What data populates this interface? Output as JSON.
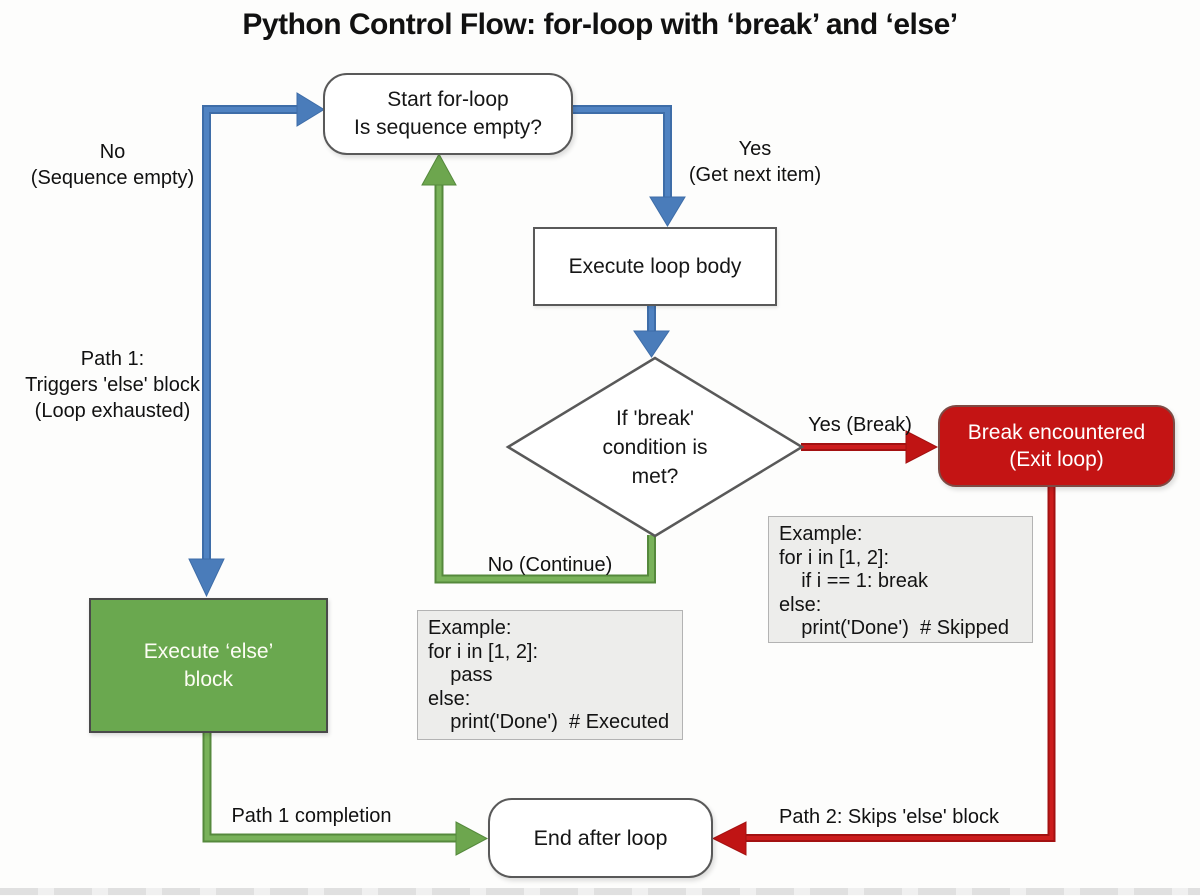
{
  "title": "Python Control Flow: for-loop with ‘break’ and ‘else’",
  "nodes": {
    "start": {
      "line1": "Start for-loop",
      "line2": "Is sequence empty?"
    },
    "loop_body": {
      "label": "Execute loop body"
    },
    "break_condition": {
      "line1": "If 'break'",
      "line2": "condition is",
      "line3": "met?"
    },
    "break_encountered": {
      "line1": "Break encountered",
      "line2": "(Exit loop)"
    },
    "else_block": {
      "line1": "Execute ‘else’",
      "line2": "block"
    },
    "end": {
      "label": "End after loop"
    }
  },
  "edge_labels": {
    "no_sequence_empty": {
      "line1": "No",
      "line2": "(Sequence empty)"
    },
    "yes_get_next_item": {
      "line1": "Yes",
      "line2": "(Get next item)"
    },
    "path1": {
      "line1": "Path 1:",
      "line2": "Triggers 'else' block",
      "line3": "(Loop exhausted)"
    },
    "yes_break": "Yes (Break)",
    "no_continue": "No (Continue)",
    "path1_completion": "Path 1 completion",
    "path2_skips_else": "Path 2: Skips 'else' block"
  },
  "code_examples": {
    "else_executed": {
      "lines": [
        "Example:",
        "for i in [1, 2]:",
        "    pass",
        "else:",
        "    print('Done')  # Executed"
      ]
    },
    "else_skipped": {
      "lines": [
        "Example:",
        "for i in [1, 2]:",
        "    if i == 1: break",
        "else:",
        "    print('Done')  # Skipped"
      ]
    }
  },
  "colors": {
    "arrow_blue": "#4a7cba",
    "arrow_green": "#6da64e",
    "arrow_red": "#c01414",
    "node_green_fill": "#6aa84f",
    "node_red_fill": "#c41414",
    "node_border": "#595959",
    "code_box_fill": "#ededeb"
  }
}
